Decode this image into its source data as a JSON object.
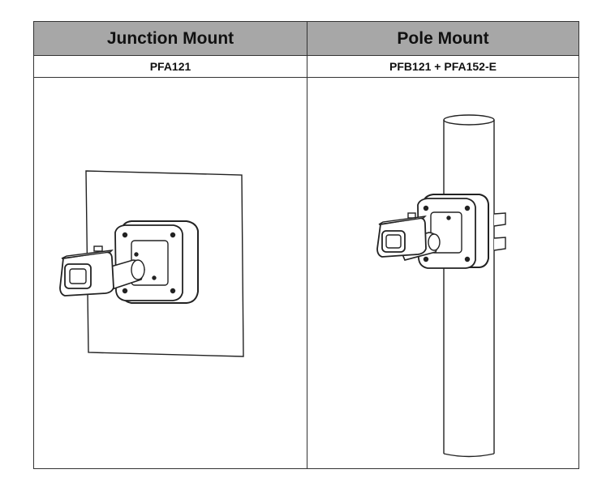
{
  "table": {
    "columns": [
      {
        "header": "Junction Mount",
        "model": "PFA121",
        "illustration": "camera-on-wall-junction-box"
      },
      {
        "header": "Pole Mount",
        "model": "PFB121 + PFA152-E",
        "illustration": "camera-on-pole-with-clamp"
      }
    ],
    "colors": {
      "header_bg": "#a7a7a7",
      "line": "#333333"
    }
  }
}
